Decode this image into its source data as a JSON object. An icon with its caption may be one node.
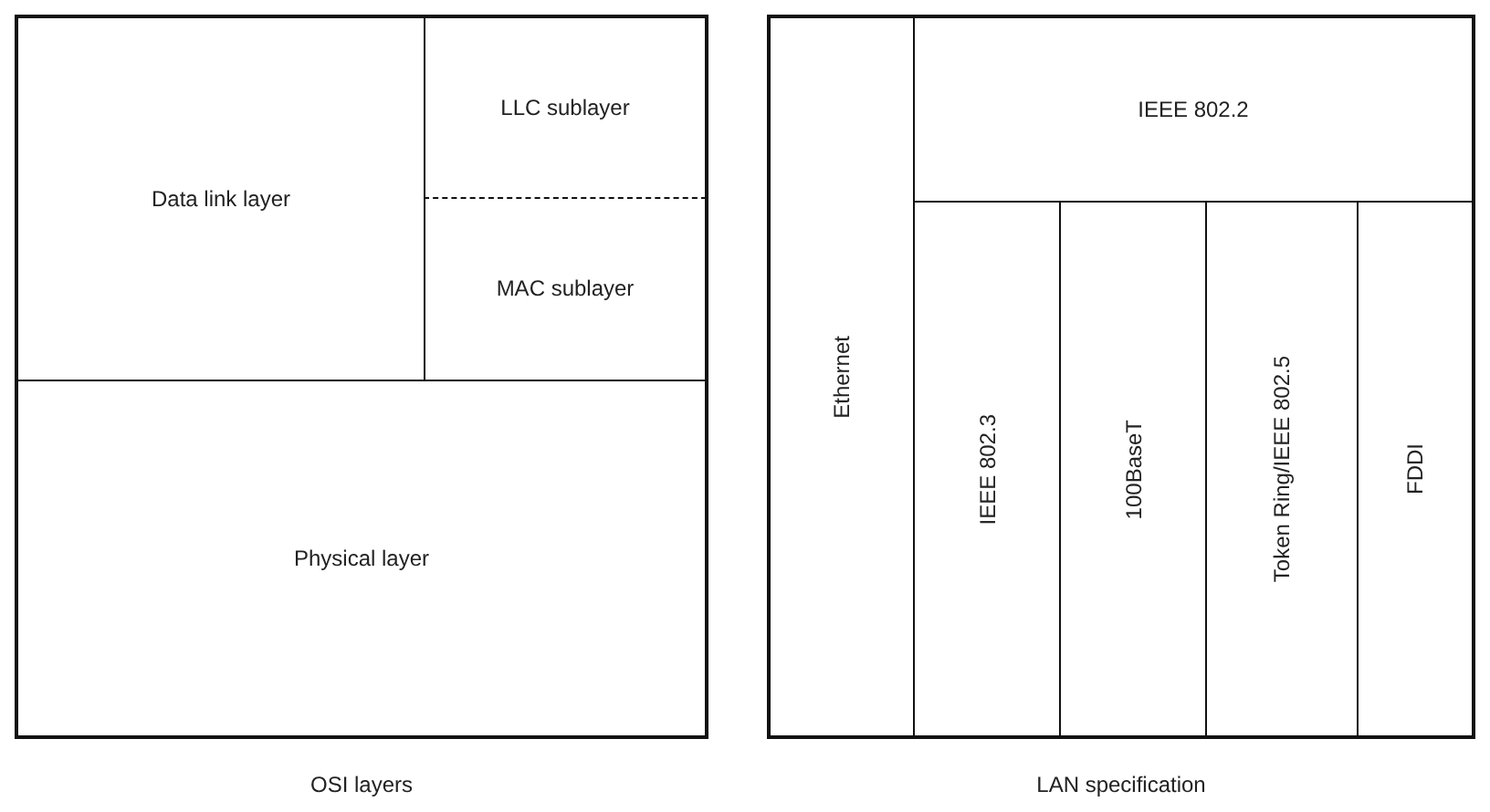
{
  "diagram": {
    "nodes": [
      {
        "text": [
          "OSI layers"
        ]
      },
      {
        "text": [
          "Data link layer"
        ],
        "in": 0
      },
      {
        "text": [
          "LLC sublayer"
        ],
        "in": 0
      },
      {
        "text": [
          "MAC sublayer"
        ],
        "in": 0
      },
      {
        "text": [
          "Physical layer"
        ],
        "in": 0
      },
      {
        "text": [
          "LAN specification"
        ]
      },
      {
        "text": [
          "Ethernet"
        ],
        "in": 5
      },
      {
        "text": [
          "IEEE 802.2"
        ],
        "in": 5
      },
      {
        "text": [
          "IEEE 802.3"
        ],
        "in": 5
      },
      {
        "text": [
          "100BaseT"
        ],
        "in": 5
      },
      {
        "text": [
          "Token Ring/IEEE 802.5"
        ],
        "in": 5
      },
      {
        "text": [
          "FDDI"
        ],
        "in": 5
      }
    ]
  }
}
